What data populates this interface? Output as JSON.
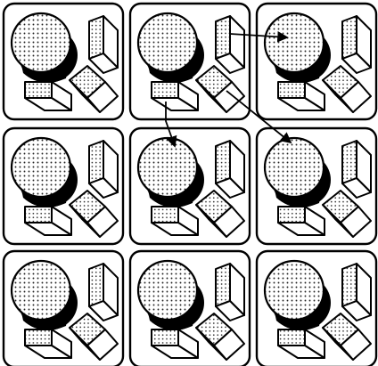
{
  "grid": {
    "rows": 3,
    "cols": 3,
    "panels": [
      {
        "row": 1,
        "col": 1,
        "objects": [
          "dotted-cylinder",
          "dotted-box-upright",
          "dotted-box-tilted",
          "dotted-box-flat"
        ]
      },
      {
        "row": 1,
        "col": 2,
        "objects": [
          "dotted-cylinder",
          "dotted-box-upright",
          "dotted-box-tilted",
          "dotted-box-flat"
        ]
      },
      {
        "row": 1,
        "col": 3,
        "objects": [
          "dotted-cylinder",
          "dotted-box-upright",
          "dotted-box-tilted",
          "dotted-box-flat"
        ]
      },
      {
        "row": 2,
        "col": 1,
        "objects": [
          "dotted-cylinder",
          "dotted-box-upright",
          "dotted-box-tilted",
          "dotted-box-flat"
        ]
      },
      {
        "row": 2,
        "col": 2,
        "objects": [
          "dotted-cylinder",
          "dotted-box-upright",
          "dotted-box-tilted",
          "dotted-box-flat"
        ]
      },
      {
        "row": 2,
        "col": 3,
        "objects": [
          "dotted-cylinder",
          "dotted-box-upright",
          "dotted-box-tilted",
          "dotted-box-flat"
        ]
      },
      {
        "row": 3,
        "col": 1,
        "objects": [
          "dotted-cylinder",
          "dotted-box-upright",
          "dotted-box-tilted",
          "dotted-box-flat"
        ]
      },
      {
        "row": 3,
        "col": 2,
        "objects": [
          "dotted-cylinder",
          "dotted-box-upright",
          "dotted-box-tilted",
          "dotted-box-flat"
        ]
      },
      {
        "row": 3,
        "col": 3,
        "objects": [
          "dotted-cylinder",
          "dotted-box-upright",
          "dotted-box-tilted",
          "dotted-box-flat"
        ]
      }
    ]
  },
  "connections": [
    {
      "from": "panel-r1c2-box-upright",
      "to": "panel-r1c3-cylinder"
    },
    {
      "from": "panel-r1c2-box-flat",
      "to": "panel-r2c2-cylinder"
    },
    {
      "from": "panel-r1c2-box-tilted",
      "to": "panel-r2c3-cylinder"
    }
  ],
  "colors": {
    "ink": "#000000",
    "paper": "#ffffff",
    "dots": "#222222"
  }
}
